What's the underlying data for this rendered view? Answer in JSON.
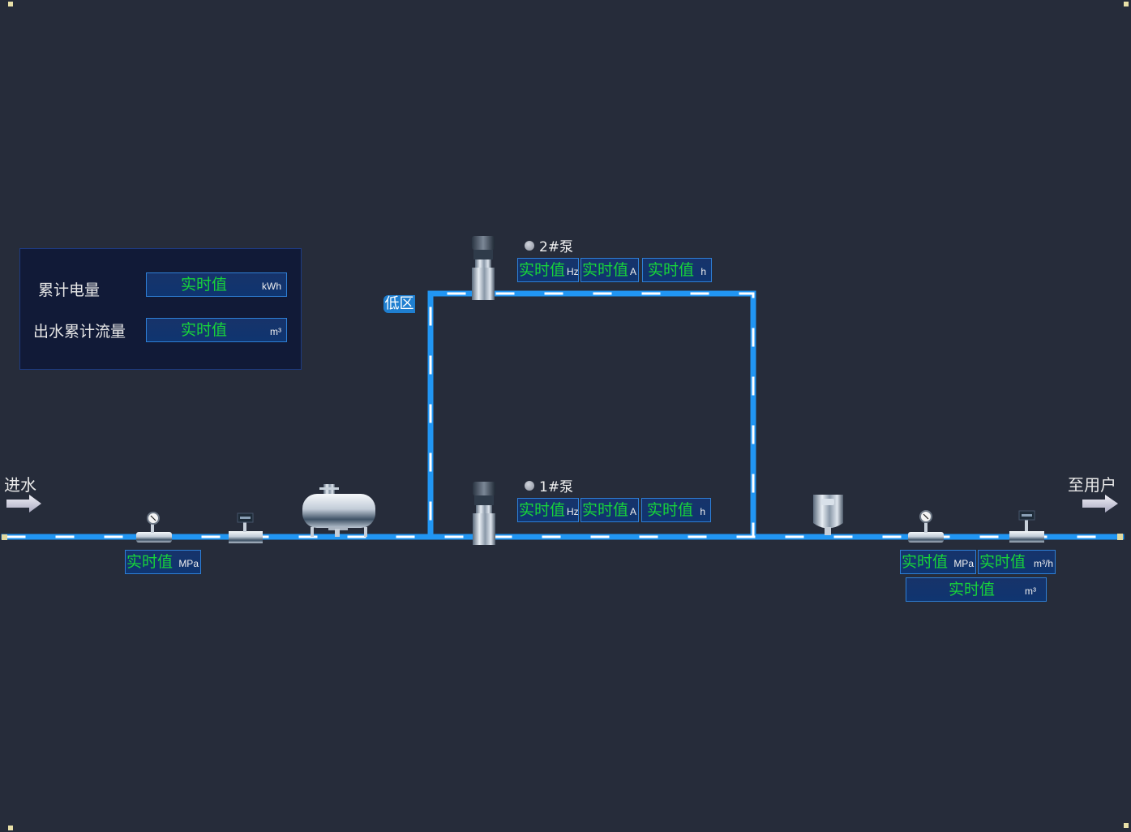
{
  "summary_panel": {
    "rows": [
      {
        "label": "累计电量",
        "value": "实时值",
        "unit": "kWh"
      },
      {
        "label": "出水累计流量",
        "value": "实时值",
        "unit": "m³"
      }
    ]
  },
  "zone_label": "低区",
  "inlet": {
    "label": "进水",
    "pressure": {
      "value": "实时值",
      "unit": "MPa"
    }
  },
  "outlet": {
    "label": "至用户",
    "pressure": {
      "value": "实时值",
      "unit": "MPa"
    },
    "flow": {
      "value": "实时值",
      "unit": "m³/h"
    },
    "total_flow": {
      "value": "实时值",
      "unit": "m³"
    }
  },
  "pumps": [
    {
      "name": "2#泵",
      "status_color": "#9aa0aa",
      "freq": {
        "value": "实时值",
        "unit": "Hz"
      },
      "current": {
        "value": "实时值",
        "unit": "A"
      },
      "runtime": {
        "value": "实时值",
        "unit": "h"
      }
    },
    {
      "name": "1#泵",
      "status_color": "#9aa0aa",
      "freq": {
        "value": "实时值",
        "unit": "Hz"
      },
      "current": {
        "value": "实时值",
        "unit": "A"
      },
      "runtime": {
        "value": "实时值",
        "unit": "h"
      }
    }
  ],
  "colors": {
    "pipe": "#2196f3",
    "background": "#262c3a",
    "value_text": "#17d43a"
  }
}
